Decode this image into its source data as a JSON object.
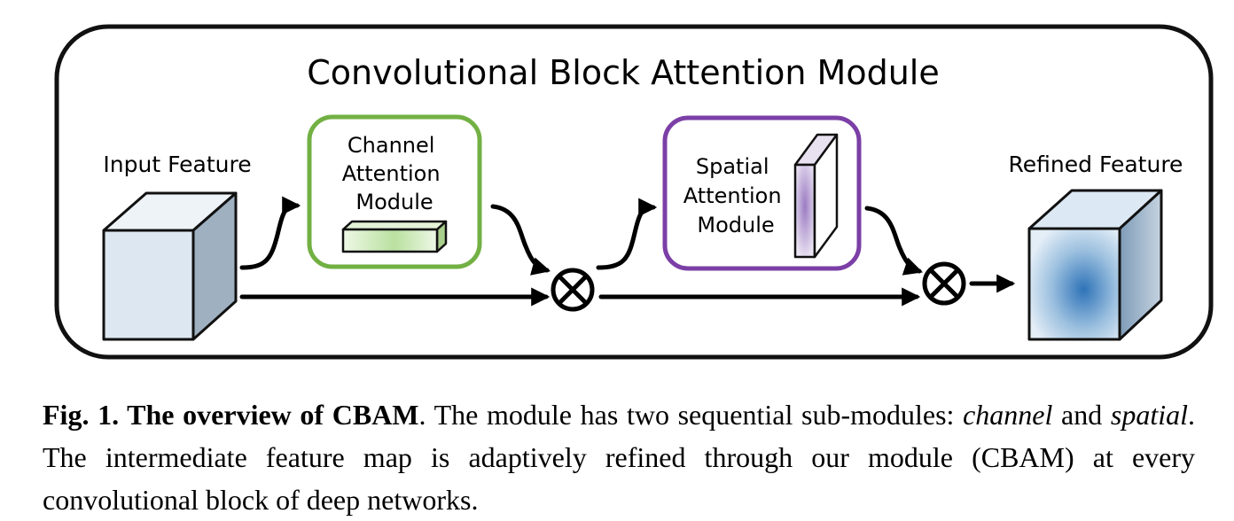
{
  "diagram": {
    "title": "Convolutional Block Attention Module",
    "input_label": "Input Feature",
    "channel_module": [
      "Channel",
      "Attention",
      "Module"
    ],
    "spatial_module": [
      "Spatial",
      "Attention",
      "Module"
    ],
    "output_label": "Refined Feature",
    "multiply_symbol": "⊗",
    "colors": {
      "channel_border": "#72b043",
      "spatial_border": "#7b3fa6",
      "cube_face": "#dde7f1",
      "cube_side": "#9fb0c0"
    }
  },
  "caption": {
    "label": "Fig. 1. The overview of CBAM",
    "text_1": ". The module has two sequential sub-modules: ",
    "em_1": "channel",
    "text_2": " and ",
    "em_2": "spatial",
    "text_3": ". The intermediate feature map is adaptively refined through our module (CBAM) at every convolutional block of deep networks."
  }
}
